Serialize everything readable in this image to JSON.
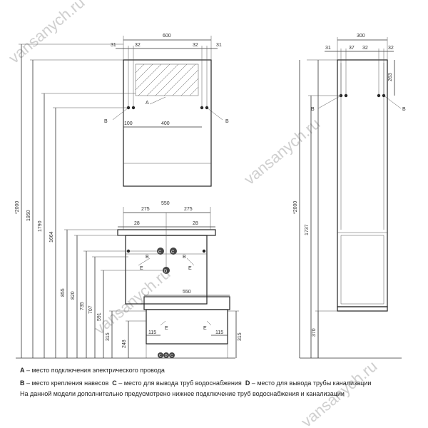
{
  "front_view": {
    "mirror_width": "600",
    "mirror_offsets": [
      "31",
      "32",
      "32",
      "31"
    ],
    "mirror_lower_dims": [
      "100",
      "400"
    ],
    "cabinet_width": "550",
    "cabinet_halves": [
      "275",
      "275"
    ],
    "cabinet_offsets": [
      "28",
      "28"
    ],
    "floor_module_width": "550",
    "floor_offsets": [
      "115",
      "115"
    ],
    "vertical_dims": [
      "*2000",
      "1950",
      "1790",
      "1664",
      "855",
      "820",
      "735",
      "707",
      "591",
      "315",
      "248",
      "315"
    ]
  },
  "side_view": {
    "top_width": "300",
    "top_offsets": [
      "31",
      "37",
      "32",
      "32"
    ],
    "top_depth": "263",
    "vertical_dims": [
      "*2000",
      "1737",
      "370"
    ]
  },
  "markers": {
    "a": "A",
    "b": "B",
    "c": "C",
    "d": "D",
    "e": "E"
  },
  "legend": {
    "line1_letter": "A",
    "line1_text": " – место подключения электрического провода",
    "line2_b_letter": "B",
    "line2_b_text": " – место крепления навесов",
    "line2_c_letter": "C",
    "line2_c_text": " – место для вывода труб водоснабжения",
    "line2_d_letter": "D",
    "line2_d_text": " – место для вывода трубы канализации",
    "line3_text": "На данной модели дополнительно предусмотрено нижнее подключение труб водоснабжения и канализации"
  },
  "watermark": "vansanych.ru"
}
